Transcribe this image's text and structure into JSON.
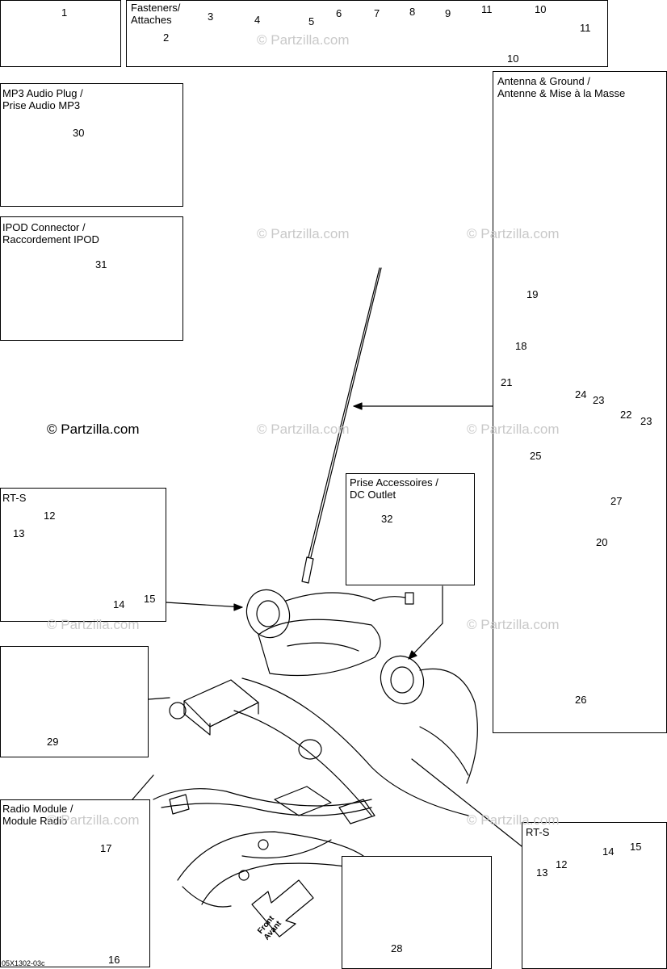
{
  "watermark_main": "© Partzilla.com",
  "watermark_faint": "© Partzilla.com",
  "drawing_code": "05X1302-03c",
  "front_label": [
    "Front",
    "Avant"
  ],
  "boxes": {
    "fasteners": [
      "Fasteners/",
      "Attaches"
    ],
    "mp3": [
      "MP3 Audio Plug /",
      "Prise Audio MP3"
    ],
    "ipod": [
      "IPOD Connector /",
      "Raccordement IPOD"
    ],
    "antenna": [
      "Antenna & Ground /",
      "Antenne & Mise à la Masse"
    ],
    "dc": [
      "Prise Accessoires /",
      "DC Outlet"
    ],
    "rts_left": "RT-S",
    "rts_right": "RT-S",
    "radio": [
      "Radio Module /",
      "Module Radio"
    ]
  },
  "callouts": {
    "c1": "1",
    "c2": "2",
    "c3": "3",
    "c4": "4",
    "c5": "5",
    "c6": "6",
    "c7": "7",
    "c8": "8",
    "c9": "9",
    "c10a": "10",
    "c10b": "10",
    "c11a": "11",
    "c11b": "11",
    "c12": "12",
    "c13": "13",
    "c14": "14",
    "c15": "15",
    "c12r": "12",
    "c13r": "13",
    "c14r": "14",
    "c15r": "15",
    "c16": "16",
    "c17": "17",
    "c18": "18",
    "c19": "19",
    "c20": "20",
    "c21": "21",
    "c22": "22",
    "c23a": "23",
    "c23b": "23",
    "c24": "24",
    "c25": "25",
    "c26": "26",
    "c27": "27",
    "c28": "28",
    "c29": "29",
    "c30": "30",
    "c31": "31",
    "c32": "32"
  }
}
